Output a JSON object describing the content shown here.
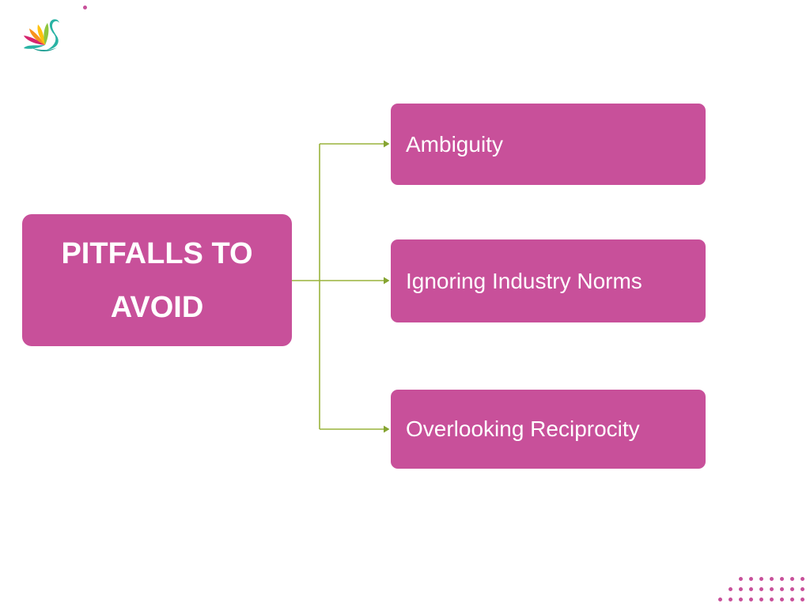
{
  "colors": {
    "node_fill": "#c8509a",
    "node_text": "#ffffff",
    "connector": "#9ab33c",
    "arrowhead": "#85a431",
    "corner_dot": "#c8509a",
    "background": "#ffffff"
  },
  "logo": {
    "icon": "swan-logo",
    "feather_colors": [
      "#29b3a4",
      "#d6246e",
      "#f7941d",
      "#ffc20e",
      "#8dc63f"
    ],
    "body_color": "#29b3a4"
  },
  "diagram": {
    "root": {
      "title": "PITFALLS TO AVOID",
      "lines": [
        "PITFALLS TO",
        "AVOID"
      ]
    },
    "children": [
      {
        "label": "Ambiguity"
      },
      {
        "label": "Ignoring Industry Norms"
      },
      {
        "label": "Overlooking Reciprocity"
      }
    ]
  },
  "decoration": {
    "corner_dot_rows": [
      7,
      8,
      9
    ]
  }
}
